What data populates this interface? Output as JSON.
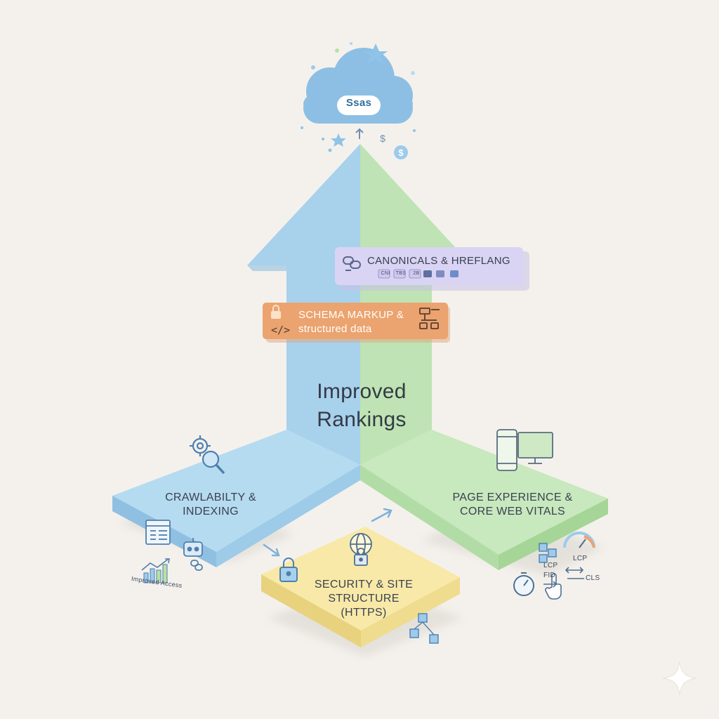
{
  "cloud": {
    "label": "Ssas"
  },
  "center": {
    "line1": "Improved",
    "line2": "Rankings"
  },
  "banners": {
    "canonicals": {
      "title": "CANONICALS & HREFLANG",
      "chips": [
        "CNI",
        "TBS",
        "2B"
      ]
    },
    "schema": {
      "line1": "SCHEMA MARKUP &",
      "line2": "structured data"
    }
  },
  "tiles": {
    "crawl": {
      "line1": "CRAWLABILTY &",
      "line2": "INDEXING",
      "caption": "Improved Access"
    },
    "page": {
      "line1": "PAGE EXPERIENCE &",
      "line2": "CORE WEB VITALS"
    },
    "security": {
      "line1": "SECURITY & SITE",
      "line2": "STRUCTURE",
      "line3": "(HTTPS)"
    }
  },
  "vitals": {
    "lcp": "LCP",
    "fid": "FID",
    "lcp2": "LCP",
    "cls": "CLS"
  },
  "colors": {
    "background": "#f4f1ec",
    "blue": "#a8d1ec",
    "green": "#bfe3b4",
    "yellow": "#f7e7a3",
    "orange": "#eba36f",
    "purple": "#d9d3f4",
    "text": "#3a4150",
    "icon": "#4f7fae"
  }
}
